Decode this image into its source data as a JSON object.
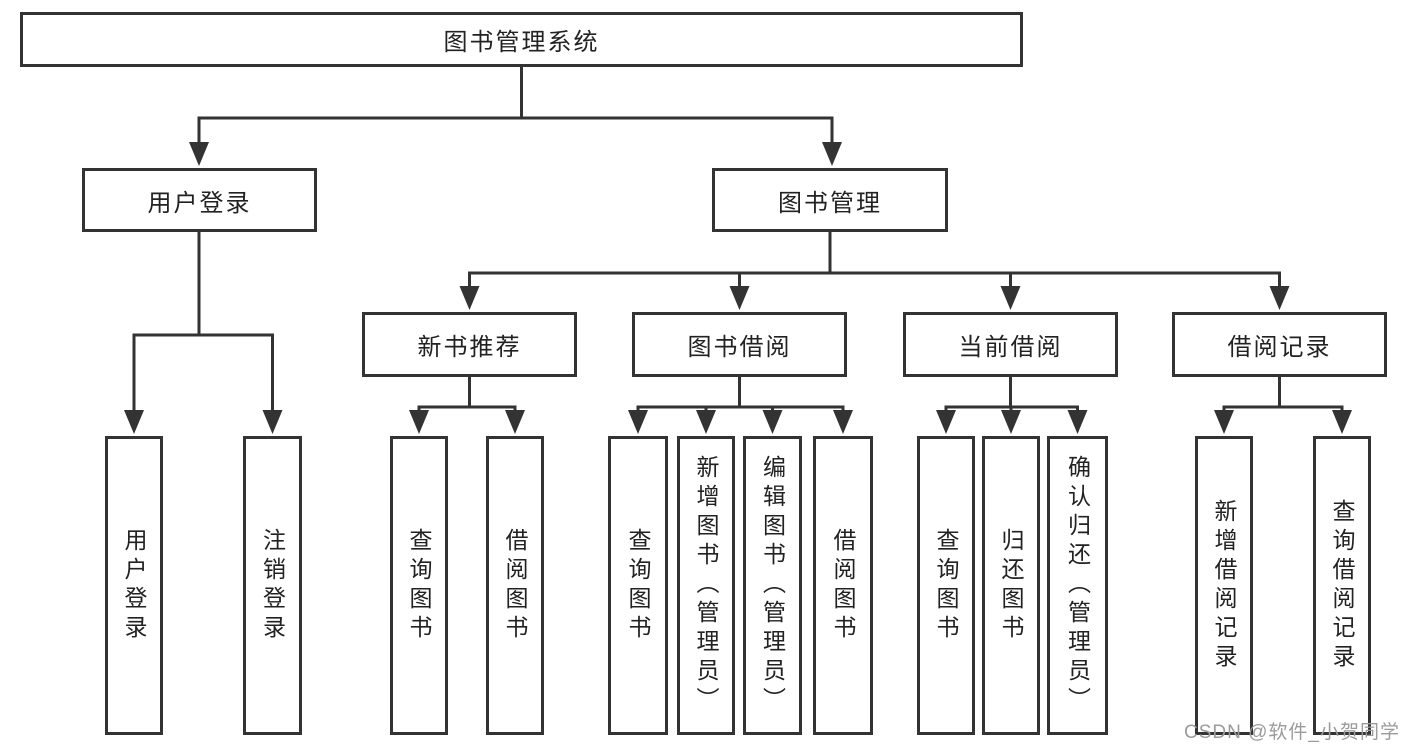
{
  "diagram": {
    "title": "图书管理系统",
    "tree": {
      "root": "图书管理系统",
      "branches": [
        {
          "label": "用户登录",
          "children": [
            "用户登录",
            "注销登录"
          ]
        },
        {
          "label": "图书管理",
          "groups": [
            {
              "label": "新书推荐",
              "children": [
                "查询图书",
                "借阅图书"
              ]
            },
            {
              "label": "图书借阅",
              "children": [
                "查询图书",
                "新增图书（管理员）",
                "编辑图书（管理员）",
                "借阅图书"
              ]
            },
            {
              "label": "当前借阅",
              "children": [
                "查询图书",
                "归还图书",
                "确认归还（管理员）"
              ]
            },
            {
              "label": "借阅记录",
              "children": [
                "新增借阅记录",
                "查询借阅记录"
              ]
            }
          ]
        }
      ]
    },
    "line_color": "#333333",
    "text_color": "#222222",
    "background_color": "#ffffff"
  },
  "watermark": {
    "text": "CSDN @软件_小贺同学",
    "color": "#9b9b9b"
  }
}
